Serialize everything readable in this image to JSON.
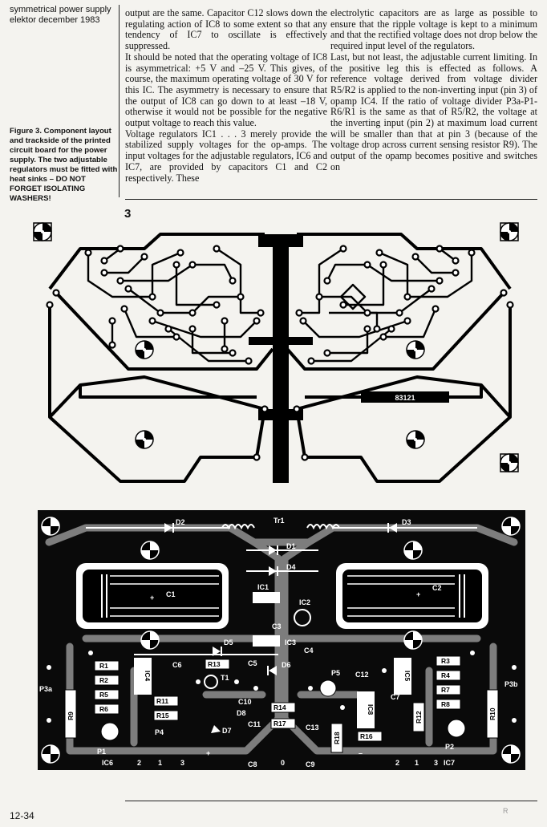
{
  "header": {
    "line1": "symmetrical power supply",
    "line2": "elektor december 1983"
  },
  "caption": {
    "label": "Figure 3.",
    "text": "Component layout and trackside of the printed circuit board for the power supply. The two adjustable regulators must be fitted with heat sinks – DO NOT FORGET ISOLATING WASHERS!"
  },
  "column1": {
    "p1": "output are the same. Capacitor C12 slows down the regulating action of IC8 to some extent so that any tendency of IC7 to oscillate is effectively suppressed.",
    "p2": "It should be noted that the operating voltage of IC8 is asymmetrical: +5 V and –25 V. This gives, of course, the maximum operating voltage of 30 V for this IC. The asymmetry is necessary to ensure that the output of IC8 can go down to at least –18 V, otherwise it would not be possible for the negative output voltage to reach this value.",
    "p3": "Voltage regulators IC1 . . . 3 merely provide the stabilized supply voltages for the op-amps. The input voltages for the adjustable regulators, IC6 and IC7, are provided by capacitors C1 and C2 respectively. These"
  },
  "column2": {
    "p1": "electrolytic capacitors are as large as possible to ensure that the ripple voltage is kept to a minimum and that the rectified voltage does not drop below the required input level of the regulators.",
    "p2": "Last, but not least, the adjustable current limiting. In the positive leg this is effected as follows. A reference voltage derived from voltage divider R5/R2 is applied to the non-inverting input (pin 3) of opamp IC4. If the ratio of voltage divider P3a-P1-R6/R1 is the same as that of R5/R2, the voltage at the inverting input (pin 2) at maximum load current will be smaller than that at pin 3 (because of the voltage drop across current sensing resistor R9). The output of the opamp becomes positive and switches on"
  },
  "figure": {
    "number": "3",
    "pcb_code": "83121",
    "components": {
      "transformer": "Tr1",
      "diodes": [
        "D1",
        "D2",
        "D3",
        "D4",
        "D5",
        "D6",
        "D7",
        "D8"
      ],
      "caps": [
        "C1",
        "C2",
        "C3",
        "C4",
        "C5",
        "C6",
        "C7",
        "C8",
        "C9",
        "C10",
        "C11",
        "C12",
        "C13"
      ],
      "ics": [
        "IC1",
        "IC2",
        "IC3",
        "IC4",
        "IC5",
        "IC8"
      ],
      "resistors": [
        "R1",
        "R2",
        "R3",
        "R4",
        "R5",
        "R6",
        "R7",
        "R8",
        "R9",
        "R10",
        "R11",
        "R12",
        "R13",
        "R14",
        "R15",
        "R16",
        "R17",
        "R18"
      ],
      "pots": [
        "P1",
        "P2",
        "P3a",
        "P3b",
        "P4",
        "P5"
      ],
      "transistor": "T1",
      "terminals": {
        "left": "IC6",
        "right": "IC7",
        "n1": "1",
        "n2": "2",
        "n3": "3",
        "zero": "0",
        "minus": "–",
        "plus": "+"
      }
    }
  },
  "footer": {
    "page": "12-34",
    "mark": "R"
  }
}
